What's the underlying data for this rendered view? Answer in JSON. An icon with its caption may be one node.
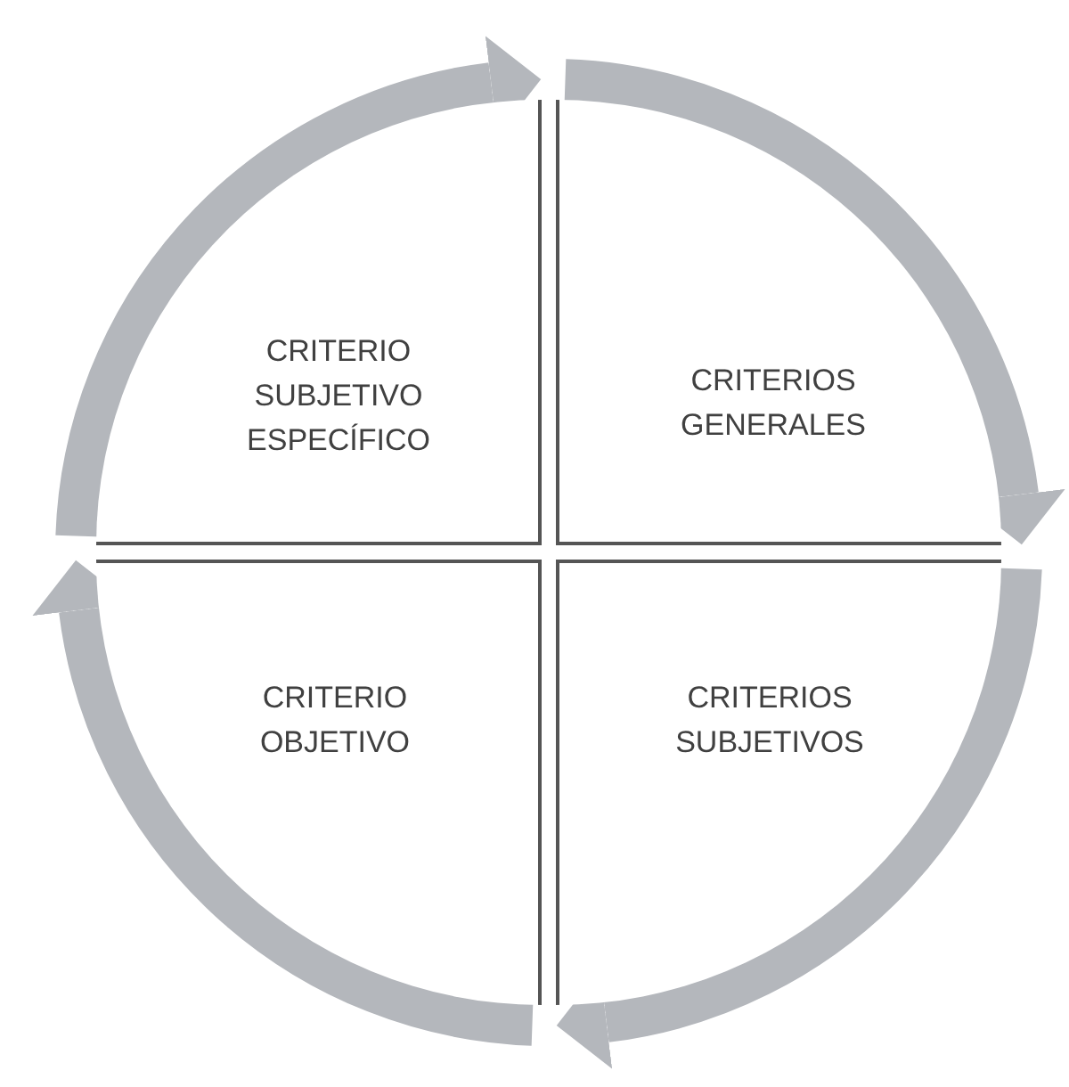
{
  "diagram": {
    "nodes": [
      {
        "text": [
          "CRITERIO SUBJETIVO ESPECÍFICO"
        ]
      },
      {
        "text": [
          "CRITERIOS GENERALES"
        ]
      },
      {
        "text": [
          "CRITERIO OBJETIVO"
        ]
      },
      {
        "text": [
          "CRITERIOS SUBJETIVOS"
        ]
      }
    ],
    "edges": [
      {
        "from": 1,
        "to": 3,
        "arrow": "to"
      },
      {
        "from": 3,
        "to": 2,
        "arrow": "to"
      },
      {
        "from": 2,
        "to": 0,
        "arrow": "to"
      },
      {
        "from": 0,
        "to": 1,
        "arrow": "to"
      }
    ]
  }
}
